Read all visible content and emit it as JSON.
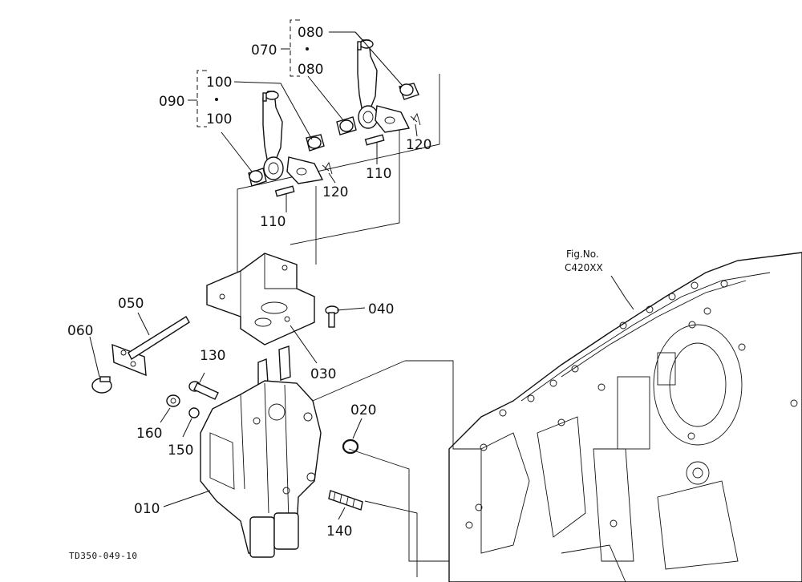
{
  "diagram": {
    "callouts": {
      "p010": "010",
      "p020": "020",
      "p030": "030",
      "p040": "040",
      "p050": "050",
      "p060": "060",
      "p070": "070",
      "p080a": "080",
      "p080b": "080",
      "p090": "090",
      "p100a": "100",
      "p100b": "100",
      "p110a": "110",
      "p110b": "110",
      "p120a": "120",
      "p120b": "120",
      "p130": "130",
      "p140": "140",
      "p150": "150",
      "p160": "160"
    },
    "figure_ref": {
      "line1": "Fig.No.",
      "line2": "C420XX"
    },
    "drawing_code": "TD350-049-10"
  }
}
